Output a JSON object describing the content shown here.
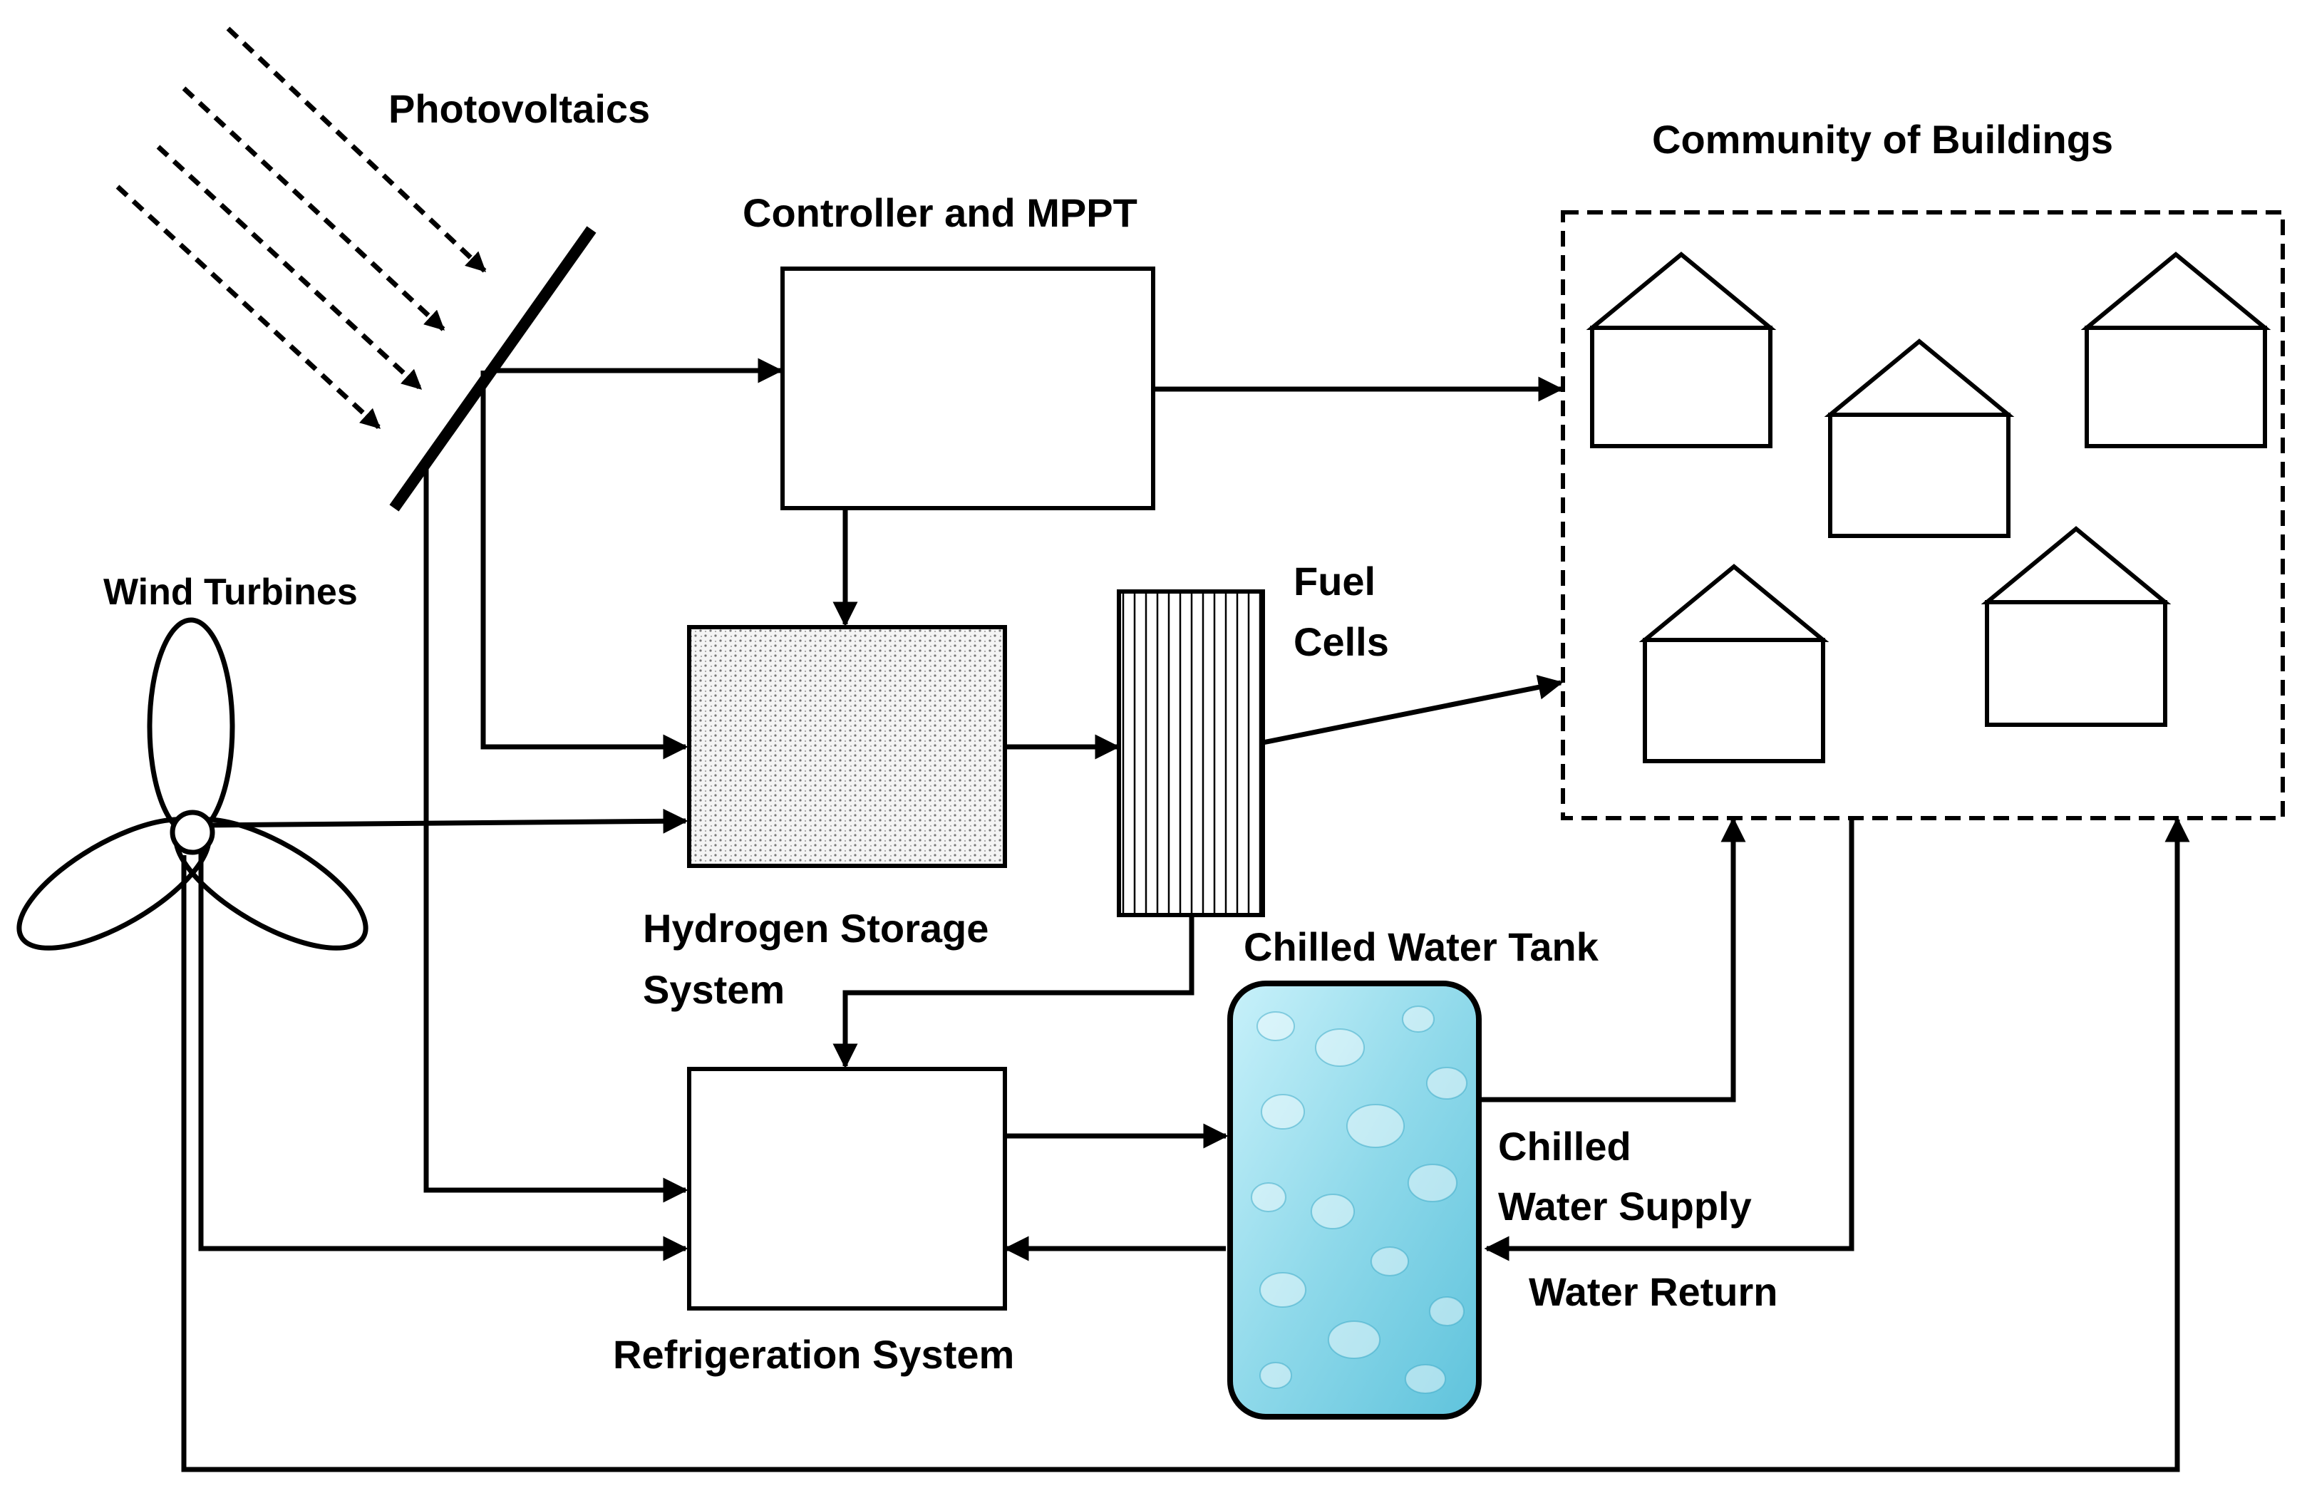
{
  "labels": {
    "photovoltaics": "Photovoltaics",
    "controller": "Controller and MPPT",
    "community": "Community of Buildings",
    "wind_turbines": "Wind Turbines",
    "fuel_cells_line1": "Fuel",
    "fuel_cells_line2": "Cells",
    "hydrogen_line1": "Hydrogen Storage",
    "hydrogen_line2": "System",
    "chilled_tank": "Chilled Water Tank",
    "chilled_supply_line1": "Chilled",
    "chilled_supply_line2": "Water Supply",
    "water_return": "Water Return",
    "refrigeration": "Refrigeration System"
  },
  "icons": {
    "panel": "solar-panel-icon",
    "turbine": "wind-turbine-icon",
    "building": "house-icon",
    "tank": "water-tank-icon"
  },
  "colors": {
    "tank_fill": "#8fd9ea",
    "tank_fill_light": "#c8f1fa",
    "line": "#000000"
  }
}
